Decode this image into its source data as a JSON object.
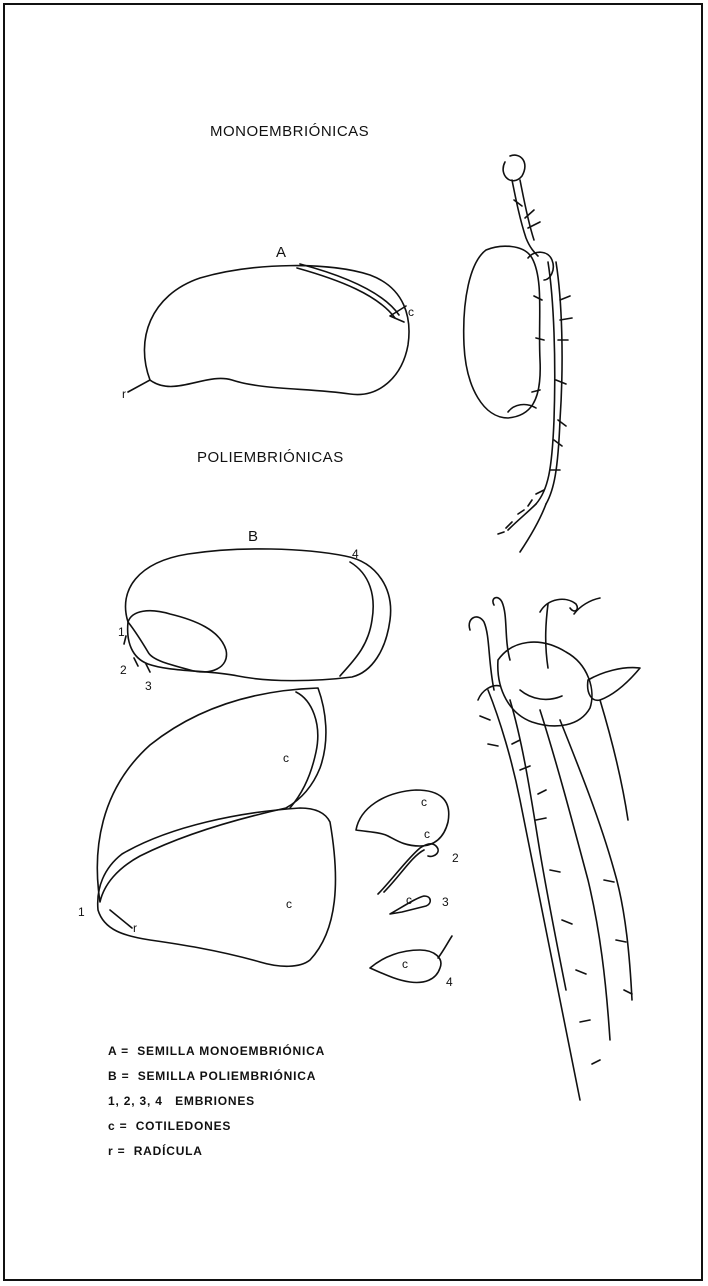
{
  "titles": {
    "mono": "MONOEMBRIÓNICAS",
    "poli": "POLIEMBRIÓNICAS"
  },
  "figure_a": {
    "letter": "A",
    "labels": {
      "cotyledon": "c",
      "radicle": "r"
    }
  },
  "figure_b": {
    "letter": "B",
    "embryo_numbers": [
      "1",
      "2",
      "3",
      "4"
    ],
    "labels": {
      "cotyledon": "c",
      "radicle": "r"
    }
  },
  "legend": [
    {
      "key": "A =",
      "text": "SEMILLA MONOEMBRIÓNICA"
    },
    {
      "key": "B =",
      "text": "SEMILLA POLIEMBRIÓNICA"
    },
    {
      "key": "1, 2, 3, 4",
      "text": "EMBRIONES"
    },
    {
      "key": "c =",
      "text": "COTILEDONES"
    },
    {
      "key": "r =",
      "text": "RADÍCULA"
    }
  ]
}
